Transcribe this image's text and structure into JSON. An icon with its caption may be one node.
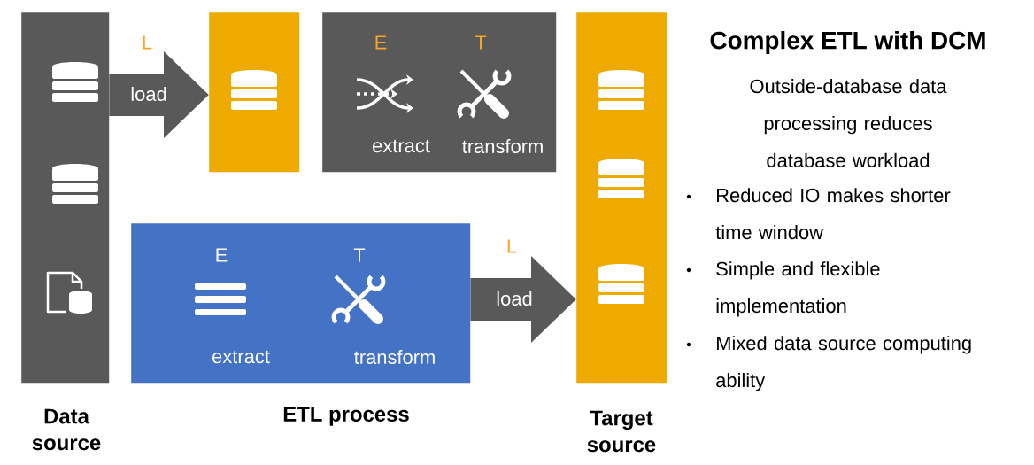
{
  "diagram": {
    "title": "Complex ETL with DCM",
    "nodes": [
      {
        "text": [
          "Data source"
        ]
      },
      {
        "text": [],
        "shape": "box"
      },
      {
        "text": [
          "E",
          "T",
          "extract",
          "transform"
        ]
      },
      {
        "text": [
          "E",
          "T",
          "extract",
          "transform"
        ]
      },
      {
        "text": [
          "Target source"
        ]
      }
    ],
    "edges": [
      {
        "from": 0,
        "to": 1,
        "arrow": "to",
        "label": "load"
      },
      {
        "from": 3,
        "to": 4,
        "arrow": "to",
        "label": "load"
      }
    ],
    "labels": [
      "L",
      "L",
      "ETL process",
      "Outside-database data processing reduces database workload",
      "Reduced IO makes shorter time window",
      "Simple and flexible implementation",
      "Mixed data source computing ability"
    ]
  }
}
